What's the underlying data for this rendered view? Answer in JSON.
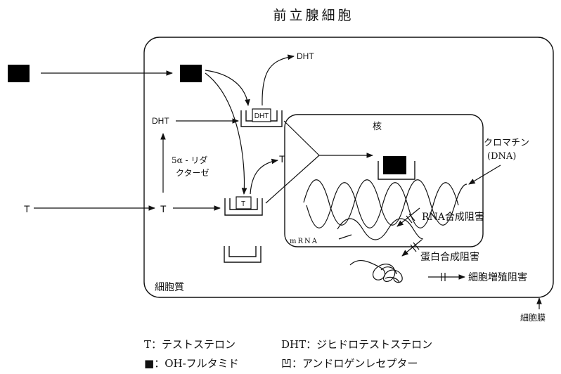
{
  "title": "前立腺細胞",
  "labels": {
    "dht_top": "DHT",
    "dht_left": "DHT",
    "receptor_dht": "DHT",
    "receptor_t": "T",
    "t_free": "T",
    "t_outside": "T",
    "t_inside": "T",
    "reductase_line1": "5α - リダ",
    "reductase_line2": "クターゼ",
    "nucleus": "核",
    "chromatin_line1": "クロマチン",
    "chromatin_line2": "(DNA)",
    "rna_inhibition": "RNA合成阻害",
    "mrna": "mRNA",
    "protein_inhibition": "蛋白合成阻害",
    "proliferation_inhibition": "細胞増殖阻害",
    "cytoplasm": "細胞質",
    "membrane": "細胞膜"
  },
  "legend": [
    {
      "symbol": "T",
      "text": "：テストステロン"
    },
    {
      "symbol": "DHT",
      "text": "：ジヒドロテストステロン"
    },
    {
      "symbol": "■",
      "text": "：OH-フルタミド"
    },
    {
      "symbol": "凹",
      "text": "：アンドロゲンレセプター"
    }
  ],
  "colors": {
    "ink": "#111111",
    "background": "#ffffff"
  }
}
